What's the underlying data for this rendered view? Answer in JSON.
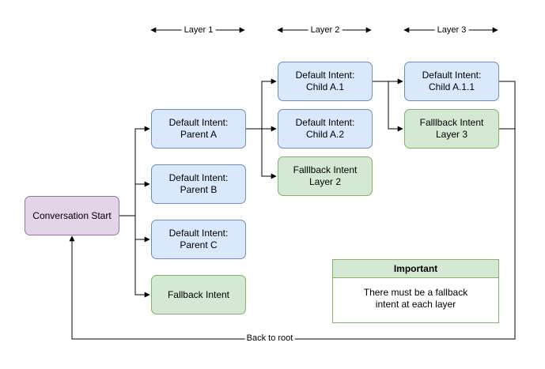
{
  "layers": [
    {
      "label": "Layer 1"
    },
    {
      "label": "Layer 2"
    },
    {
      "label": "Layer 3"
    }
  ],
  "nodes": {
    "start": {
      "lines": [
        "Conversation Start"
      ],
      "color": "#e1d5e7"
    },
    "parent_a": {
      "lines": [
        "Default Intent:",
        "Parent A"
      ],
      "color": "#dae8fc"
    },
    "parent_b": {
      "lines": [
        "Default Intent:",
        "Parent B"
      ],
      "color": "#dae8fc"
    },
    "parent_c": {
      "lines": [
        "Default Intent:",
        "Parent C"
      ],
      "color": "#dae8fc"
    },
    "fallback_1": {
      "lines": [
        "Fallback Intent"
      ],
      "color": "#d5e8d4"
    },
    "child_a1": {
      "lines": [
        "Default Intent:",
        "Child A.1"
      ],
      "color": "#dae8fc"
    },
    "child_a2": {
      "lines": [
        "Default Intent:",
        "Child A.2"
      ],
      "color": "#dae8fc"
    },
    "fallback_2": {
      "lines": [
        "Falllback Intent",
        "Layer 2"
      ],
      "color": "#d5e8d4"
    },
    "child_a11": {
      "lines": [
        "Default Intent:",
        "Child A.1.1"
      ],
      "color": "#dae8fc"
    },
    "fallback_3": {
      "lines": [
        "Falllback Intent",
        "Layer 3"
      ],
      "color": "#d5e8d4"
    }
  },
  "note": {
    "title": "Important",
    "lines": [
      "There must be a fallback",
      "intent at each layer"
    ]
  },
  "edges": {
    "back_to_root_label": "Back to root"
  }
}
